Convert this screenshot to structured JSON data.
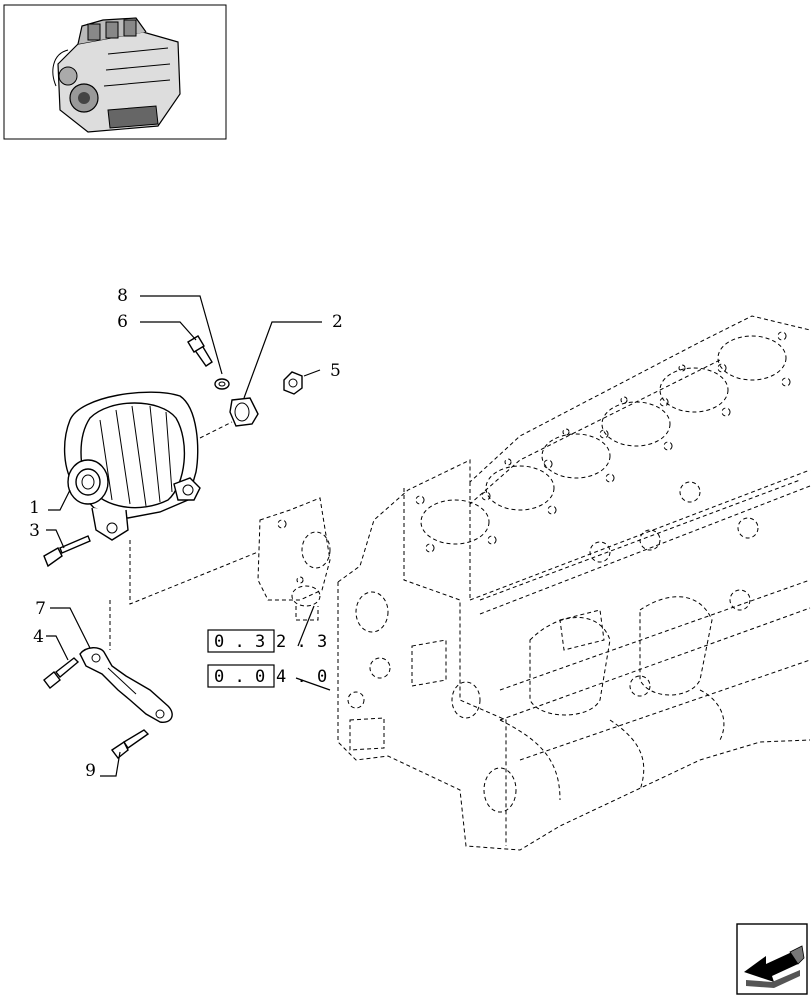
{
  "callouts": {
    "c1": "1",
    "c2": "2",
    "c3": "3",
    "c4": "4",
    "c5": "5",
    "c6": "6",
    "c7": "7",
    "c8": "8",
    "c9": "9"
  },
  "references": {
    "ref_a": {
      "box": "0 . 3",
      "tail": "2 . 3"
    },
    "ref_b": {
      "box": "0 . 0",
      "tail": "4 . 0"
    }
  },
  "icons": {
    "thumbnail": "engine-thumbnail-icon",
    "next": "next-page-arrow-icon"
  }
}
